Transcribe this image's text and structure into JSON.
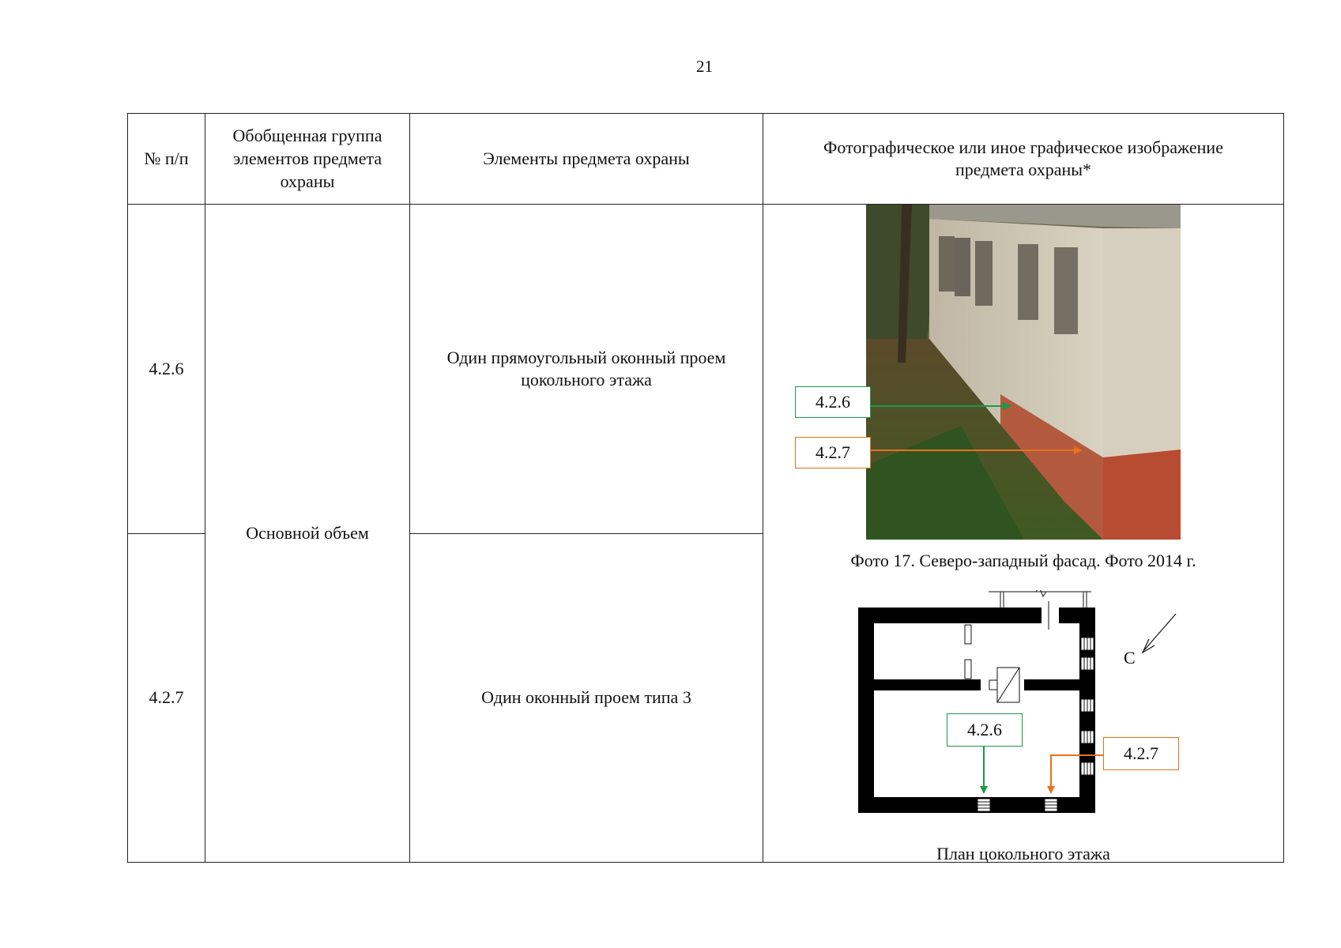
{
  "page_number": "21",
  "table": {
    "headers": {
      "num": "№ п/п",
      "group": "Обобщенная группа элементов предмета охраны",
      "elements": "Элементы предмета охраны",
      "image": "Фотографическое или иное графическое изображение предмета охраны*"
    },
    "rows": [
      {
        "num": "4.2.6",
        "element": "Один прямоугольный оконный проем цокольного этажа"
      },
      {
        "num": "4.2.7",
        "element": "Один оконный проем типа 3"
      }
    ],
    "group_value": "Основной объем"
  },
  "figures": {
    "photo_caption": "Фото 17. Северо-западный фасад. Фото 2014 г.",
    "plan_caption": "План цокольного этажа",
    "callout_green": "4.2.6",
    "callout_orange": "4.2.7",
    "north_label": "С",
    "colors": {
      "green": "#1a9a4a",
      "orange": "#e8711c"
    }
  }
}
